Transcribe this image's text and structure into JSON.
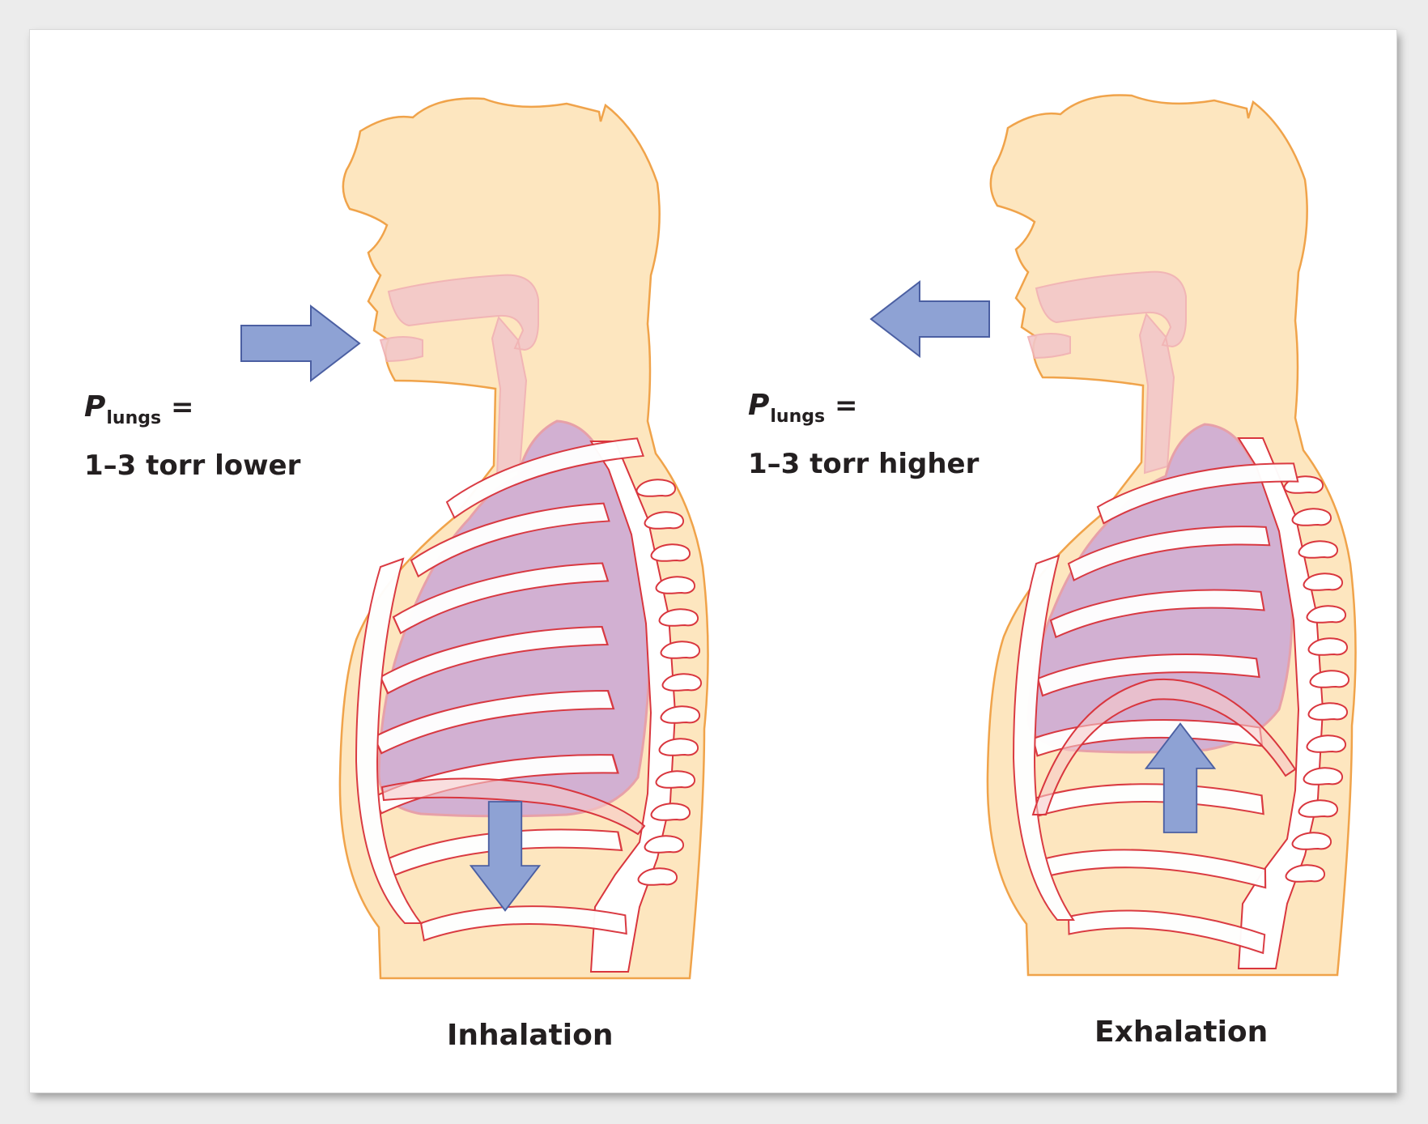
{
  "colors": {
    "skin": "#fde6bf",
    "skin_outline": "#f0a34a",
    "lung": "#d2b0d2",
    "lung_outline": "#e7a0a8",
    "airway": "#f2c7c9",
    "rib": "#ffffff",
    "rib_outline": "#d9363e",
    "arrow": "#8ea2d4",
    "arrow_outline": "#4b5fa2",
    "text": "#231f20"
  },
  "icons": {
    "inhale_air": "arrow-right-icon",
    "exhale_air": "arrow-left-icon",
    "diaphragm_down": "arrow-down-icon",
    "diaphragm_up": "arrow-up-icon"
  },
  "inhalation": {
    "pressure_symbol": "P",
    "pressure_subscript": "lungs",
    "pressure_equals": "=",
    "pressure_value": "1–3 torr lower",
    "caption": "Inhalation"
  },
  "exhalation": {
    "pressure_symbol": "P",
    "pressure_subscript": "lungs",
    "pressure_equals": "=",
    "pressure_value": "1–3 torr higher",
    "caption": "Exhalation"
  }
}
